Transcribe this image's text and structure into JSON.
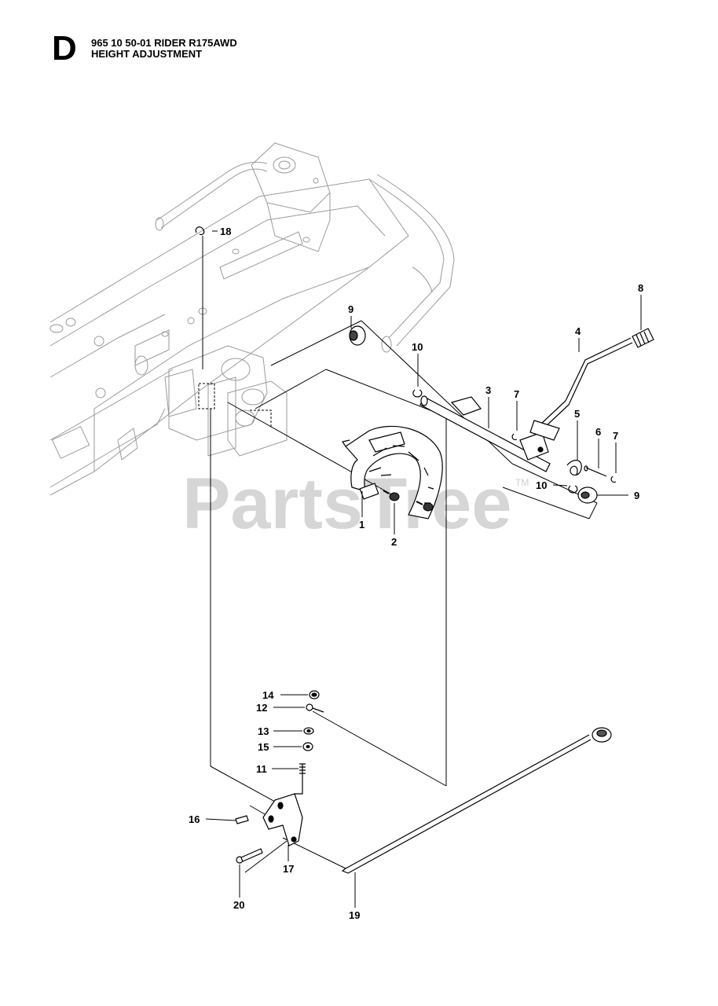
{
  "header": {
    "section_letter": "D",
    "model_line": "965 10 50-01 RIDER R175AWD",
    "section_title": "HEIGHT ADJUSTMENT"
  },
  "watermark": {
    "text": "PartsTree",
    "tm": "TM"
  },
  "callouts": {
    "c1": "1",
    "c2": "2",
    "c3": "3",
    "c4": "4",
    "c5": "5",
    "c6": "6",
    "c7a": "7",
    "c7b": "7",
    "c8": "8",
    "c9a": "9",
    "c9b": "9",
    "c10a": "10",
    "c10b": "10",
    "c11": "11",
    "c12": "12",
    "c13": "13",
    "c14": "14",
    "c15": "15",
    "c16": "16",
    "c17": "17",
    "c18": "18",
    "c19": "19",
    "c20": "20"
  }
}
